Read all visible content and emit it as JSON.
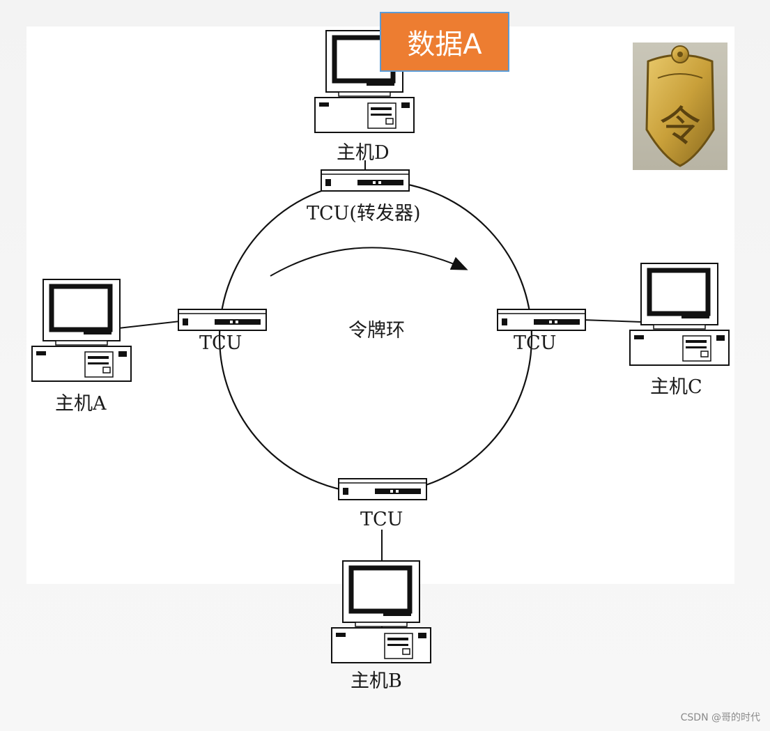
{
  "badge": {
    "text": "数据A",
    "fill": "#ed7d31",
    "border": "#5b9bd5"
  },
  "ring": {
    "label": "令牌环"
  },
  "tcu": {
    "top": "TCU(转发器)",
    "left": "TCU",
    "right": "TCU",
    "bottom": "TCU"
  },
  "hosts": {
    "a": "主机A",
    "b": "主机B",
    "c": "主机C",
    "d": "主机D"
  },
  "token_image": {
    "glyph": "令"
  },
  "watermark": "CSDN @哥的时代"
}
